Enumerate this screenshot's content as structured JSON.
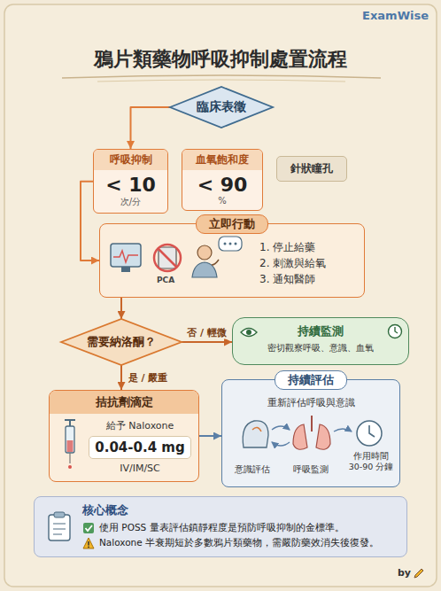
{
  "diagram": {
    "title": "鴉片類藥物呼吸抑制處置流程",
    "nodes": [
      {
        "text": [
          "臨床表徵"
        ]
      },
      {
        "text": [
          "呼吸抑制",
          "< 10",
          "次/分"
        ]
      },
      {
        "text": [
          "血氧飽和度",
          "< 90",
          "%"
        ]
      },
      {
        "text": [
          "針狀瞳孔"
        ]
      },
      {
        "text": [
          "立即行動",
          "PCA",
          "1. 停止給藥",
          "2. 刺激與給氧",
          "3. 通知醫師"
        ]
      },
      {
        "text": [
          "需要納洛酮？"
        ]
      },
      {
        "text": [
          "持續監測",
          "密切觀察呼吸、意識、血氧"
        ]
      },
      {
        "text": [
          "拮抗劑滴定",
          "給予 Naloxone",
          "0.04-0.4 mg",
          "IV/IM/SC"
        ]
      },
      {
        "text": [
          "持續評估",
          "重新評估呼吸與意識",
          "意識評估",
          "呼吸監測",
          "作用時間 30-90 分鐘"
        ]
      },
      {
        "text": [
          "核心概念",
          "使用 POSS 量表評估鎮靜程度是預防呼吸抑制的金標準。",
          "Naloxone 半衰期短於多數鴉片類藥物，需嚴防藥效消失後復發。"
        ]
      }
    ],
    "edges": [
      {
        "from": 0,
        "to": 1,
        "arrow": "to"
      },
      {
        "from": 1,
        "to": 4,
        "arrow": "to"
      },
      {
        "from": 4,
        "to": 5,
        "arrow": "to"
      },
      {
        "from": 5,
        "to": 6,
        "label": "否 / 輕微",
        "arrow": "to"
      },
      {
        "from": 5,
        "to": 7,
        "label": "是 / 嚴重",
        "arrow": "to"
      },
      {
        "from": 7,
        "to": 8,
        "arrow": "to"
      }
    ],
    "labels": [
      "ExamWise",
      "by"
    ]
  }
}
